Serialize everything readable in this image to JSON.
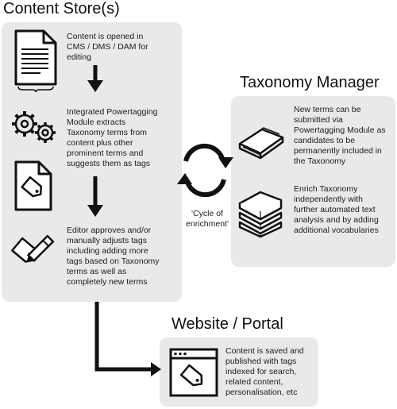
{
  "titles": {
    "content_store": "Content Store(s)",
    "taxonomy_manager": "Taxonomy Manager",
    "website_portal": "Website / Portal"
  },
  "content_store": {
    "step1": [
      "Content is opened in",
      "CMS / DMS / DAM for",
      "editing"
    ],
    "step2": [
      "Integrated Powertagging",
      "Module extracts",
      "Taxonomy terms from",
      "content plus other",
      "prominent terms and",
      "suggests them as tags"
    ],
    "step3": [
      "Editor approves and/or",
      "manually adjusts tags",
      "including adding more",
      "tags based on Taxonomy",
      "terms as well as",
      "completely new terms"
    ]
  },
  "taxonomy_manager": {
    "step1": [
      "New terms can be",
      "submitted via",
      "Powertagging Module as",
      "candidates to be",
      "permanently included in",
      "the Taxonomy"
    ],
    "step2": [
      "Enrich Taxonomy",
      "independently with",
      "further automated text",
      "analysis and by adding",
      "additional vocabularies"
    ]
  },
  "cycle": {
    "label_line1": "'Cycle of",
    "label_line2": "enrichment'"
  },
  "website_portal": {
    "text": [
      "Content is saved and",
      "published with tags",
      "indexed for search,",
      "related content,",
      "personalisation, etc"
    ]
  },
  "colors": {
    "box": "#e9e9e9",
    "ink": "#1c1c1c"
  },
  "icons": [
    "document-icon",
    "gears-icon",
    "tag-document-icon",
    "pen-tag-icon",
    "book-icon",
    "books-stack-icon",
    "browser-tag-icon",
    "cycle-arrows-icon"
  ]
}
